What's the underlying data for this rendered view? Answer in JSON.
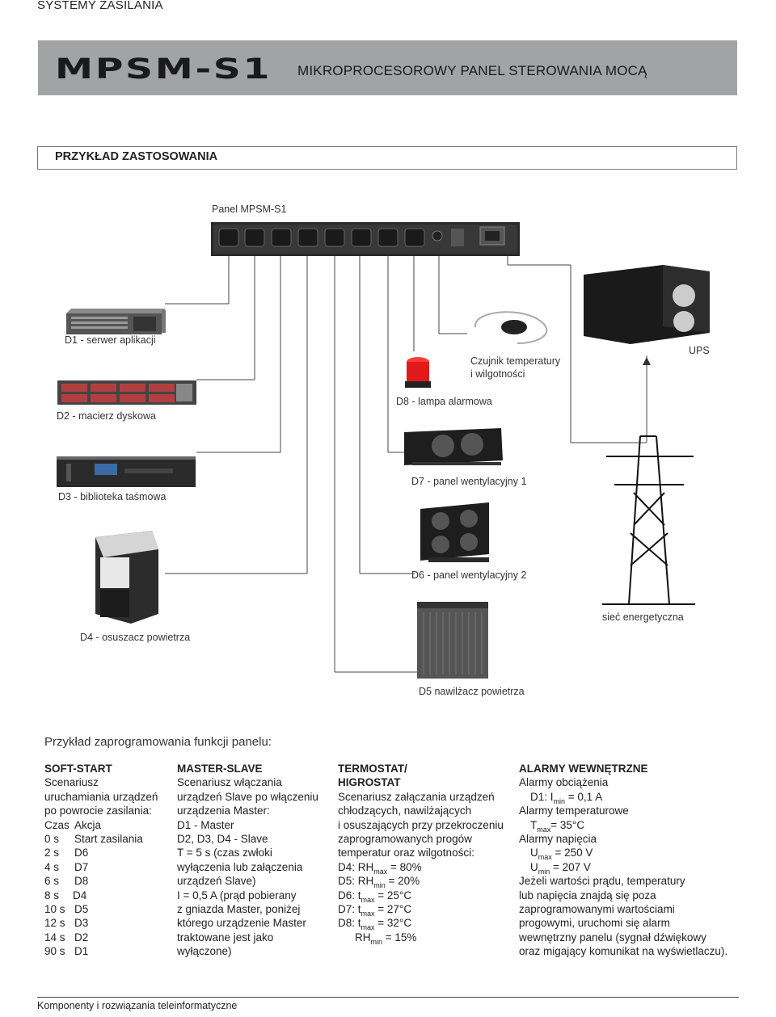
{
  "page": {
    "category": "SYSTEMY ZASILANIA",
    "logo": "MPSM-S1",
    "title": "MIKROPROCESOROWY PANEL STEROWANIA MOCĄ",
    "footer": "Komponenty i rozwiązania teleinformatyczne"
  },
  "section": {
    "title": "PRZYKŁAD ZASTOSOWANIA"
  },
  "diagram": {
    "panel": "Panel MPSM-S1",
    "d1": "D1 - serwer aplikacji",
    "d2": "D2 - macierz dyskowa",
    "d3": "D3 - biblioteka taśmowa",
    "d4": "D4 - osuszacz powietrza",
    "d5": "D5   nawilżacz powietrza",
    "d6": "D6 - panel wentylacyjny 2",
    "d7": "D7 - panel wentylacyjny 1",
    "d8": "D8 - lampa alarmowa",
    "sensor_1": "Czujnik temperatury",
    "sensor_2": "i wilgotności",
    "ups": "UPS",
    "grid": "sieć energetyczna"
  },
  "example": {
    "heading": "Przykład zaprogramowania funkcji panelu:",
    "softstart": {
      "title": "SOFT-START",
      "lines": [
        "Scenariusz",
        "uruchamiania urządzeń",
        "po powrocie zasilania:"
      ],
      "table_header": [
        "Czas",
        "Akcja"
      ],
      "rows": [
        [
          "0 s",
          "Start zasilania"
        ],
        [
          "2 s",
          "D6"
        ],
        [
          "4 s",
          "D7"
        ],
        [
          "6 s",
          "D8"
        ],
        [
          "8 s",
          "D4"
        ],
        [
          "10 s",
          "D5"
        ],
        [
          "12 s",
          "D3"
        ],
        [
          "14 s",
          "D2"
        ],
        [
          "90 s",
          "D1"
        ]
      ]
    },
    "masterslave": {
      "title": "MASTER-SLAVE",
      "lines": [
        "Scenariusz włączania",
        "urządzeń Slave po  włączeniu",
        "urządzenia Master:",
        "D1 - Master",
        "D2, D3, D4 - Slave",
        "T = 5 s (czas zwłoki",
        "wyłączenia lub załączenia",
        "urządzeń Slave)",
        "I = 0,5 A (prąd pobierany",
        "z gniazda Master, poniżej",
        "którego urządzenie Master",
        "traktowane jest jako",
        "wyłączone)"
      ]
    },
    "thermostat": {
      "title_1": "TERMOSTAT/",
      "title_2": "HIGROSTAT",
      "lines": [
        "Scenariusz załączania urządzeń",
        "chłodzących, nawilżających",
        "i osuszających przy przekroczeniu",
        "zaprogramowanych progów",
        "temperatur oraz wilgotności:"
      ],
      "d4": {
        "pre": "D4: RH",
        "sub": "max",
        "post": " = 80%"
      },
      "d5": {
        "pre": "D5: RH",
        "sub": "min",
        "post": " = 20%"
      },
      "d6": {
        "pre": "D6: t",
        "sub": "max",
        "post": " = 25°C"
      },
      "d7": {
        "pre": "D7: t",
        "sub": "max",
        "post": " = 27°C"
      },
      "d8": {
        "pre": "D8: t",
        "sub": "max",
        "post": " = 32°C"
      },
      "rh": {
        "pre": "RH",
        "sub": "min",
        "post": " = 15%"
      }
    },
    "alarms": {
      "title": "ALARMY WEWNĘTRZNE",
      "load_label": "Alarmy obciążenia",
      "load": {
        "pre": "D1: I",
        "sub": "min",
        "post": " = 0,1 A"
      },
      "temp_label": "Alarmy temperaturowe",
      "temp": {
        "pre": "T",
        "sub": "max",
        "post": "= 35°C"
      },
      "volt_label": "Alarmy napięcia",
      "umax": {
        "pre": "U",
        "sub": "max",
        "post": " = 250 V"
      },
      "umin": {
        "pre": "U",
        "sub": "min",
        "post": " = 207 V"
      },
      "lines": [
        "Jeżeli wartości prądu, temperatury",
        "lub napięcia znajdą się poza",
        "zaprogramowanymi wartościami",
        "progowymi, uruchomi się alarm",
        "wewnętrzny panelu (sygnał dźwiękowy",
        "oraz migający komunikat na wyświetlaczu)."
      ]
    }
  }
}
